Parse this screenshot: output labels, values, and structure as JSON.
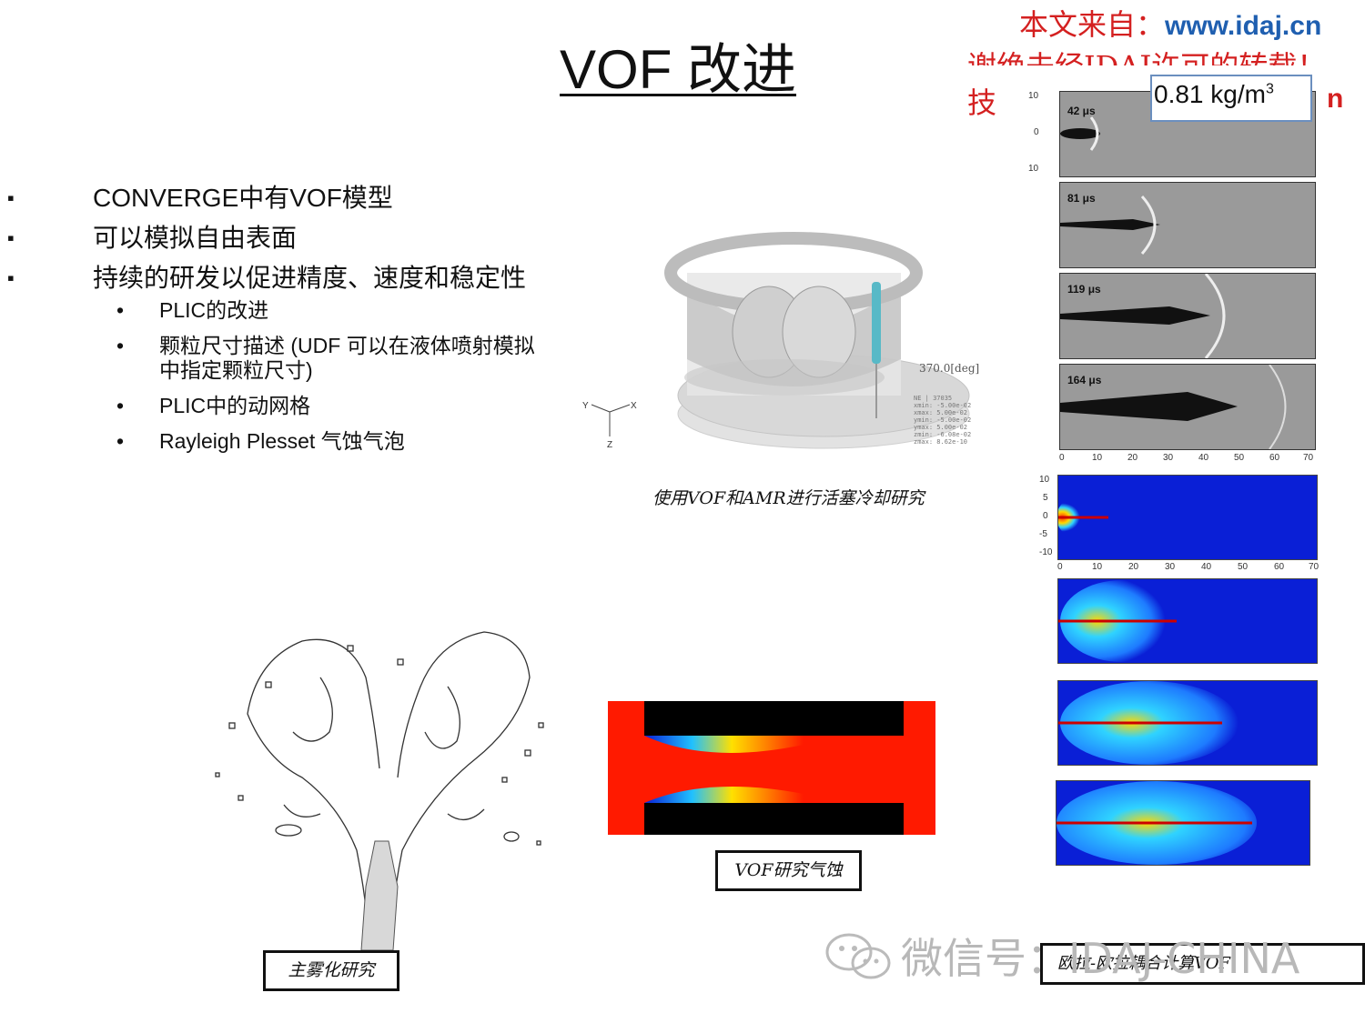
{
  "title": "VOF 改进",
  "watermark": {
    "line1_prefix": "本文来自：",
    "line1_url": "www.idaj.cn",
    "line2": "谢绝未经IDAJ许可的转载！",
    "line3_left": "技",
    "line3_right": "n"
  },
  "bullets": [
    "CONVERGE中有VOF模型",
    "可以模拟自由表面",
    "持续的研发以促进精度、速度和稳定性"
  ],
  "sub_bullets": [
    "PLIC的改进",
    "颗粒尺寸描述 (UDF 可以在液体喷射模拟中指定颗粒尺寸)",
    "PLIC中的动网格",
    "Rayleigh Plesset 气蚀气泡"
  ],
  "piston": {
    "angle": "370.0[deg]",
    "axes": {
      "y": "Y",
      "x": "X",
      "z": "Z"
    },
    "stats": [
      "NE | 37035",
      "xmin: -5.00e-02",
      "xmax: 5.00e-02",
      "ymin: -5.00e-02",
      "ymax: 5.00e-02",
      "zmin: -6.08e-02",
      "zmax: 8.62e-10"
    ],
    "caption": "使用VOF和AMR进行活塞冷却研究"
  },
  "spray": {
    "density_label": "0.81 kg/m",
    "density_sup": "3",
    "frames": [
      "42 μs",
      "81 μs",
      "119 μs",
      "164 μs"
    ],
    "y_ticks": [
      "10",
      "0",
      "10"
    ],
    "x_ticks": [
      "0",
      "10",
      "20",
      "30",
      "40",
      "50",
      "60",
      "70"
    ],
    "cf_y_ticks": [
      "10",
      "5",
      "0",
      "-5",
      "-10"
    ],
    "caption": "欧拉-欧拉耦合计算VOF"
  },
  "cavitation_caption": "VOF研究气蚀",
  "atomization_caption": "主雾化研究",
  "wechat": "微信号：IDAJ-CHINA"
}
